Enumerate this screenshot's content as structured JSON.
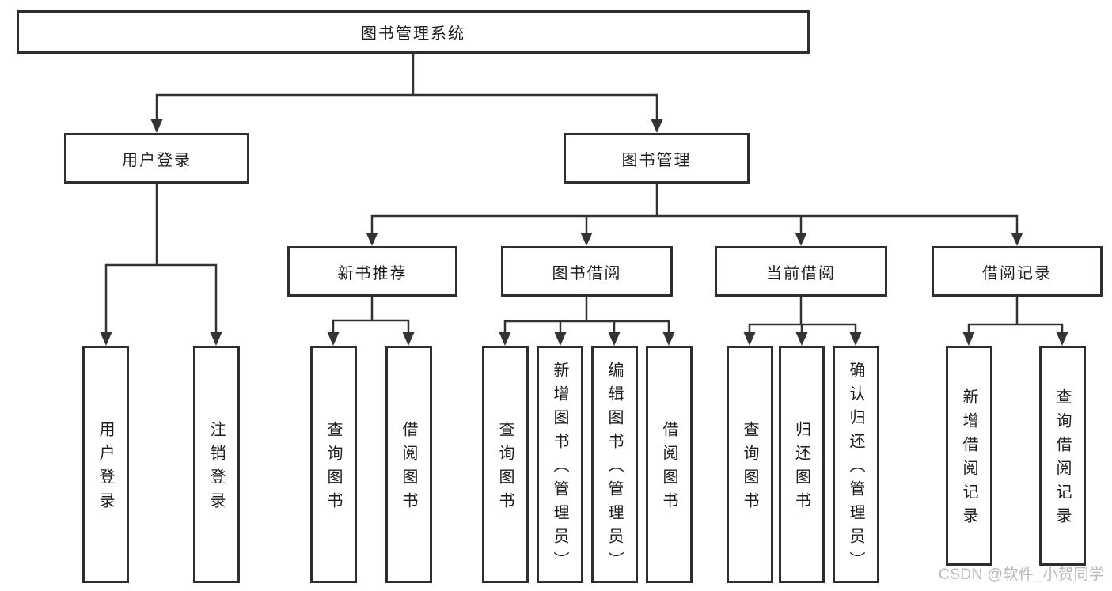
{
  "colors": {
    "background": "#ffffff",
    "line": "#333333",
    "box_border": "#2e2e2e",
    "text": "#1d1d1d",
    "watermark": "#b9b9b9"
  },
  "watermark": {
    "text": "CSDN @软件_小贺同学"
  },
  "tree": {
    "root": {
      "label": "图书管理系统",
      "children": [
        {
          "label": "用户登录",
          "children": [
            {
              "label": "用户登录"
            },
            {
              "label": "注销登录"
            }
          ]
        },
        {
          "label": "图书管理",
          "children": [
            {
              "label": "新书推荐",
              "children": [
                {
                  "label": "查询图书"
                },
                {
                  "label": "借阅图书"
                }
              ]
            },
            {
              "label": "图书借阅",
              "children": [
                {
                  "label": "查询图书"
                },
                {
                  "label": "新增图书（管理员）"
                },
                {
                  "label": "编辑图书（管理员）"
                },
                {
                  "label": "借阅图书"
                }
              ]
            },
            {
              "label": "当前借阅",
              "children": [
                {
                  "label": "查询图书"
                },
                {
                  "label": "归还图书"
                },
                {
                  "label": "确认归还（管理员）"
                }
              ]
            },
            {
              "label": "借阅记录",
              "children": [
                {
                  "label": "新增借阅记录"
                },
                {
                  "label": "查询借阅记录"
                }
              ]
            }
          ]
        }
      ]
    }
  }
}
